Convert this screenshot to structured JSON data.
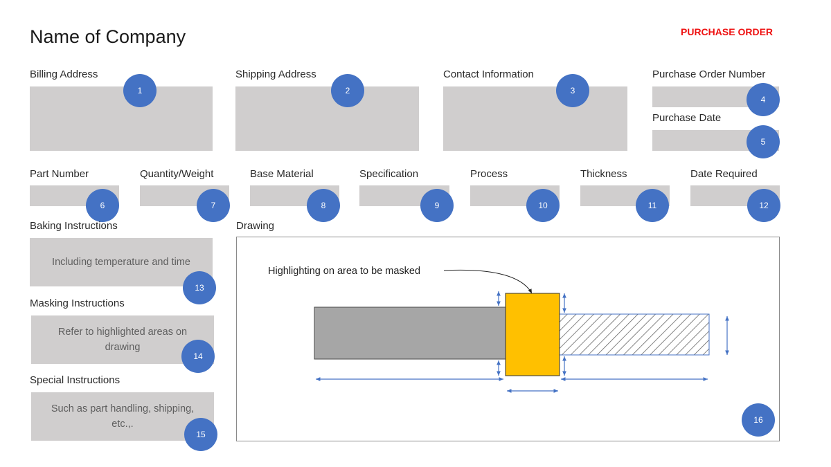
{
  "header": {
    "company_name": "Name of Company",
    "doc_type": "PURCHASE ORDER",
    "doc_type_color": "#ee1111"
  },
  "top_fields": {
    "billing": {
      "label": "Billing Address",
      "badge": "1"
    },
    "shipping": {
      "label": "Shipping Address",
      "badge": "2"
    },
    "contact": {
      "label": "Contact Information",
      "badge": "3"
    },
    "po_number": {
      "label": "Purchase Order Number",
      "badge": "4"
    },
    "po_date": {
      "label": "Purchase Date",
      "badge": "5"
    }
  },
  "part_fields": {
    "part_number": {
      "label": "Part Number",
      "badge": "6"
    },
    "quantity": {
      "label": "Quantity/Weight",
      "badge": "7"
    },
    "base_material": {
      "label": "Base Material",
      "badge": "8"
    },
    "specification": {
      "label": "Specification",
      "badge": "9"
    },
    "process": {
      "label": "Process",
      "badge": "10"
    },
    "thickness": {
      "label": "Thickness",
      "badge": "11"
    },
    "date_required": {
      "label": "Date Required",
      "badge": "12"
    }
  },
  "instructions": {
    "baking": {
      "label": "Baking Instructions",
      "text": "Including temperature and time",
      "badge": "13"
    },
    "masking": {
      "label": "Masking Instructions",
      "text": "Refer to highlighted areas on drawing",
      "badge": "14"
    },
    "special": {
      "label": "Special Instructions",
      "text": "Such as part handling, shipping, etc.,.",
      "badge": "15"
    }
  },
  "drawing": {
    "label": "Drawing",
    "callout": "Highlighting on area to be masked",
    "badge": "16",
    "mask_color": "#ffc000",
    "dimension_color": "#4472c4"
  },
  "colors": {
    "badge": "#4472c4",
    "field": "#d0cece"
  }
}
